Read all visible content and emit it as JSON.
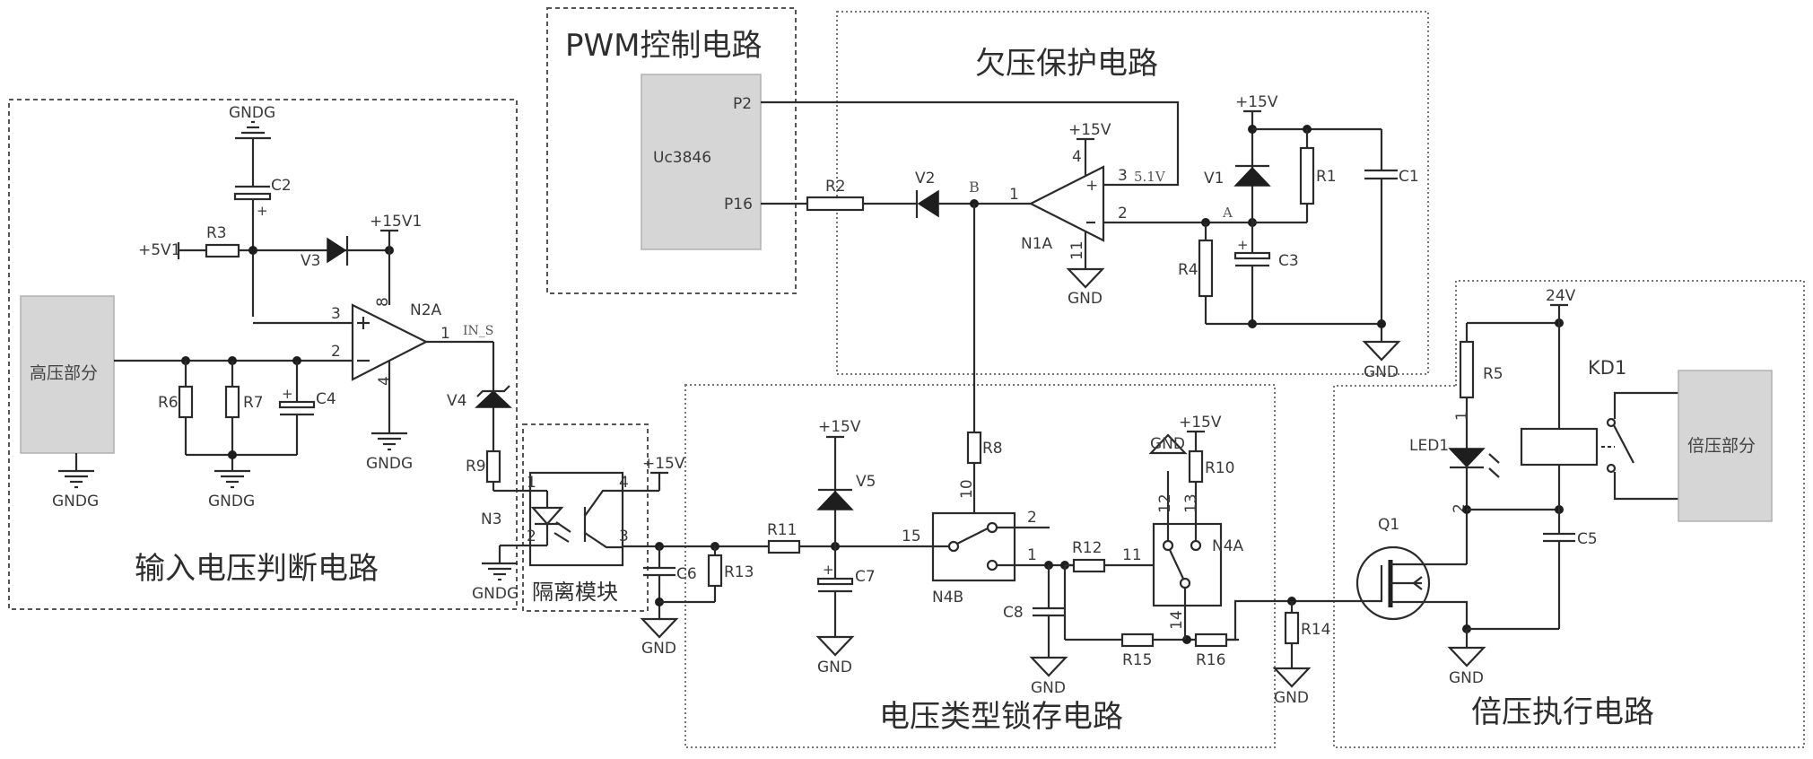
{
  "figure": "circuit schematic",
  "blocks": {
    "input_judge": {
      "title": "输入电压判断电路"
    },
    "pwm": {
      "title": "PWM控制电路",
      "chip": "Uc3846",
      "pin_p2": "P2",
      "pin_p16": "P16"
    },
    "undervoltage": {
      "title": "欠压保护电路"
    },
    "isolation": {
      "title": "隔离模块"
    },
    "latch": {
      "title": "电压类型锁存电路"
    },
    "execute": {
      "title": "倍压执行电路"
    }
  },
  "boxes": {
    "high_voltage": "高压部分",
    "voltage_doubler": "倍压部分"
  },
  "nets": {
    "gndg": "GNDG",
    "gnd": "GND",
    "p15v": "+15V",
    "p15v1": "+15V1",
    "p5v1": "+5V1",
    "p24v": "24V",
    "in_s": "IN_S",
    "ref_51v": "5.1V",
    "node_a": "A",
    "node_b": "B"
  },
  "components": {
    "R1": "R1",
    "R2": "R2",
    "R3": "R3",
    "R4": "R4",
    "R5": "R5",
    "R6": "R6",
    "R7": "R7",
    "R8": "R8",
    "R9": "R9",
    "R10": "R10",
    "R11": "R11",
    "R12": "R12",
    "R13": "R13",
    "R14": "R14",
    "R15": "R15",
    "R16": "R16",
    "C1": "C1",
    "C2": "C2",
    "C3": "C3",
    "C4": "C4",
    "C5": "C5",
    "C6": "C6",
    "C7": "C7",
    "C8": "C8",
    "V1": "V1",
    "V2": "V2",
    "V3": "V3",
    "V4": "V4",
    "V5": "V5",
    "N1A": "N1A",
    "N2A": "N2A",
    "N3": "N3",
    "N4A": "N4A",
    "N4B": "N4B",
    "Q1": "Q1",
    "LED1": "LED1",
    "KD1": "KD1"
  },
  "pins": {
    "n2a": {
      "in_plus": "3",
      "in_minus": "2",
      "out": "1",
      "vcc": "8",
      "vee": "4"
    },
    "n1a": {
      "in_plus": "3",
      "in_minus": "2",
      "out": "1",
      "vcc": "4",
      "vee": "11"
    },
    "n3": {
      "p1": "1",
      "p2": "2",
      "p3": "3",
      "p4": "4"
    },
    "n4b": {
      "common": "15",
      "no": "2",
      "nc": "1",
      "ctrl": "10"
    },
    "n4a": {
      "ctrl": "11",
      "p12": "12",
      "p13": "13",
      "p14": "14"
    },
    "led": {
      "p1": "1",
      "p2": "2"
    },
    "plus": "+"
  }
}
